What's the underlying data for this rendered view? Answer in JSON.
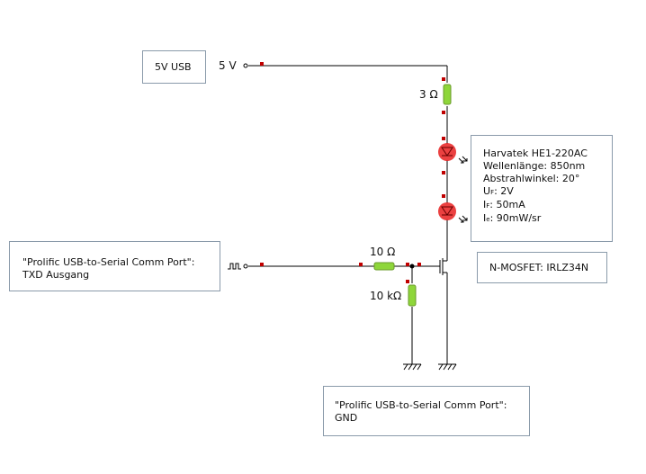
{
  "labels": {
    "usb_box": "5V USB",
    "v_source": "5 V",
    "r1": "3 Ω",
    "r_gate": "10 Ω",
    "r_pulldown": "10 kΩ"
  },
  "led_info": {
    "name": "Harvatek HE1-220AC",
    "wavelength": "Wellenlänge: 850nm",
    "angle": "Abstrahlwinkel: 20°",
    "uf_sym": "U",
    "uf_sub": "F",
    "uf_val": ": 2V",
    "if_sym": "I",
    "if_sub": "F",
    "if_val": ": 50mA",
    "ie_sym": "I",
    "ie_sub": "e",
    "ie_val": ": 90mW/sr"
  },
  "mosfet_info": "N-MOSFET: IRLZ34N",
  "txd_box": {
    "line1": "\"Prolific USB-to-Serial Comm Port\":",
    "line2": "TXD Ausgang"
  },
  "gnd_box": {
    "line1": "\"Prolific USB-to-Serial Comm Port\":",
    "line2": "GND"
  },
  "colors": {
    "wire": "#000000",
    "resistor": "#8ed63a",
    "led": "#e82020",
    "marker": "#c00000"
  }
}
